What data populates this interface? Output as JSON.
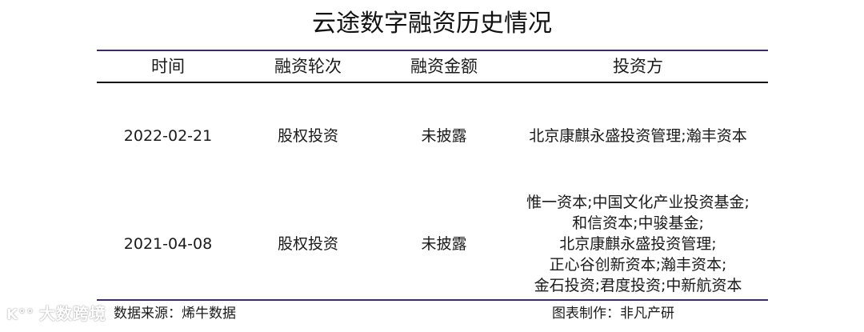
{
  "title": "云途数字融资历史情况",
  "table": {
    "headers": [
      "时间",
      "融资轮次",
      "融资金额",
      "投资方"
    ],
    "rows": [
      {
        "date": "2022-02-21",
        "round": "股权投资",
        "amount": "未披露",
        "investors": [
          "北京康麒永盛投资管理;瀚丰资本"
        ]
      },
      {
        "date": "2021-04-08",
        "round": "股权投资",
        "amount": "未披露",
        "investors": [
          "惟一资本;中国文化产业投资基金;",
          "和信资本;中骏基金;",
          "北京康麒永盛投资管理;",
          "正心谷创新资本;瀚丰资本;",
          "金石投资;君度投资;中新航资本"
        ]
      }
    ]
  },
  "footer": {
    "source": "数据来源：烯牛数据",
    "maker": "图表制作：非凡产研"
  },
  "watermark": {
    "icon": "kcoo-logo-icon",
    "text": "大数跨境"
  },
  "colors": {
    "accent_rule": "#3b2d5c",
    "header_rule": "#111111",
    "text": "#1a1a1a"
  }
}
